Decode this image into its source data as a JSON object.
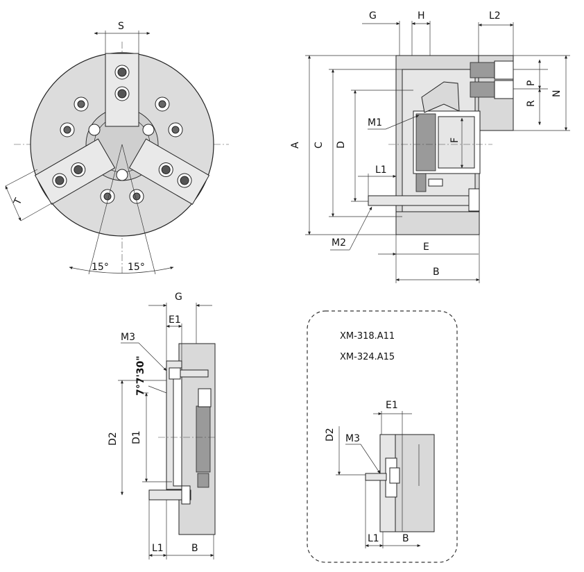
{
  "front_view": {
    "labels": {
      "s": "S",
      "t": "T",
      "angle_left": "15°",
      "angle_right": "15°"
    }
  },
  "side_view": {
    "labels": {
      "g": "G",
      "h": "H",
      "l2": "L2",
      "p": "P",
      "r": "R",
      "n": "N",
      "m1": "M1",
      "f": "F",
      "a": "A",
      "c": "C",
      "d": "D",
      "l1": "L1",
      "m2": "M2",
      "e": "E",
      "b": "B"
    }
  },
  "bottom_left_view": {
    "labels": {
      "g": "G",
      "e1": "E1",
      "m3": "M3",
      "angle": "7°7'30\"",
      "d2": "D2",
      "d1": "D1",
      "l1": "L1",
      "b": "B"
    }
  },
  "inset": {
    "models": [
      "XM-318.A11",
      "XM-324.A15"
    ],
    "labels": {
      "e1": "E1",
      "d2": "D2",
      "m3": "M3",
      "l1": "L1",
      "b": "B"
    }
  }
}
